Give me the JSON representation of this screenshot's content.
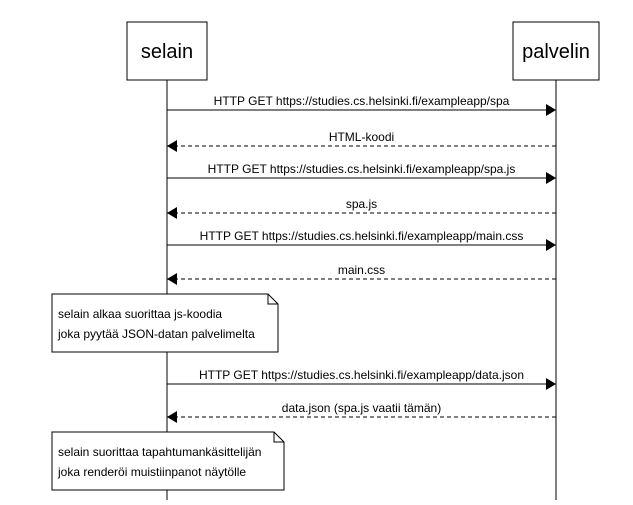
{
  "participants": [
    {
      "id": "selain",
      "label": "selain"
    },
    {
      "id": "palvelin",
      "label": "palvelin"
    }
  ],
  "steps": [
    {
      "kind": "message",
      "from": "selain",
      "to": "palvelin",
      "style": "solid",
      "label": "HTTP GET https://studies.cs.helsinki.fi/exampleapp/spa"
    },
    {
      "kind": "message",
      "from": "palvelin",
      "to": "selain",
      "style": "dashed",
      "label": "HTML-koodi"
    },
    {
      "kind": "message",
      "from": "selain",
      "to": "palvelin",
      "style": "solid",
      "label": "HTTP GET https://studies.cs.helsinki.fi/exampleapp/spa.js"
    },
    {
      "kind": "message",
      "from": "palvelin",
      "to": "selain",
      "style": "dashed",
      "label": "spa.js"
    },
    {
      "kind": "message",
      "from": "selain",
      "to": "palvelin",
      "style": "solid",
      "label": "HTTP GET https://studies.cs.helsinki.fi/exampleapp/main.css"
    },
    {
      "kind": "message",
      "from": "palvelin",
      "to": "selain",
      "style": "dashed",
      "label": "main.css"
    },
    {
      "kind": "note",
      "over": "selain",
      "lines": [
        "selain alkaa suorittaa js-koodia",
        "joka pyytää JSON-datan palvelimelta"
      ]
    },
    {
      "kind": "message",
      "from": "selain",
      "to": "palvelin",
      "style": "solid",
      "label": "HTTP GET https://studies.cs.helsinki.fi/exampleapp/data.json"
    },
    {
      "kind": "message",
      "from": "palvelin",
      "to": "selain",
      "style": "dashed",
      "label": "data.json (spa.js vaatii tämän)"
    },
    {
      "kind": "note",
      "over": "selain",
      "lines": [
        "selain suorittaa tapahtumankäsittelijän",
        "joka renderöi muistiinpanot näytölle"
      ]
    }
  ]
}
